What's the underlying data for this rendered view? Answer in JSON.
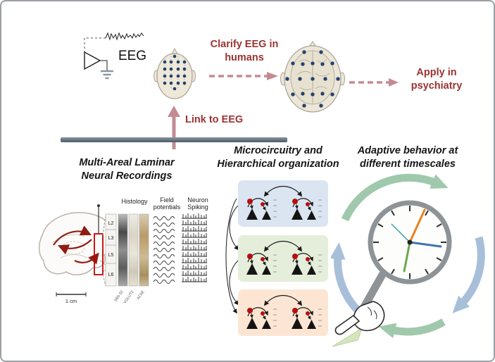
{
  "flow": {
    "eeg_label": "EEG",
    "clarify_label": "Clarify EEG in humans",
    "apply_label": "Apply in psychiatry",
    "link_label": "Link to EEG"
  },
  "sections": {
    "laminar": {
      "title": "Multi-Areal Laminar Neural Recordings",
      "histology_label": "Histology",
      "field_potentials_label": "Field potentials",
      "neuron_spiking_label": "Neuron Spiking",
      "layer_labels": [
        "L2",
        "L3",
        "L5",
        "L6"
      ],
      "stain_labels": [
        "SMI-32",
        "VGLUT2",
        "AChE"
      ],
      "scale_label": "1 cm"
    },
    "microcircuit": {
      "title": "Microcircuitry and Hierarchical organization"
    },
    "timescales": {
      "title": "Adaptive behavior at different timescales"
    }
  },
  "colors": {
    "accent_red_text": "#9a3332",
    "arrow_rose": "#c48b94",
    "timeline_gray": "#5f6b79",
    "electrode_blue": "#24406e",
    "probe_red": "#c00000",
    "box_blue": "#dbe5f1",
    "box_green": "#e4eeda",
    "box_orange": "#fce6d3",
    "clock_orange": "#e8821e",
    "clock_blue": "#3f74b3",
    "clock_green": "#6aa84f",
    "swirl_green": "#96c3a4",
    "swirl_blue": "#9fb9d6"
  }
}
